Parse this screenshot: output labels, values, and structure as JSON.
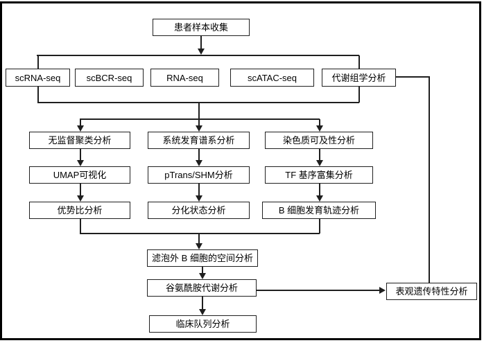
{
  "diagram": {
    "frame_color": "#000000",
    "node_style": {
      "background": "#ffffff",
      "border_color": "#1f1f1f",
      "text_color": "#000000"
    },
    "connector_color": "#1f1f1f",
    "nodes": {
      "patient_sample_collection": {
        "label": "患者样本收集"
      },
      "scrna_seq": {
        "label": "scRNA-seq"
      },
      "scbcr_seq": {
        "label": "scBCR-seq"
      },
      "rna_seq": {
        "label": "RNA-seq"
      },
      "scatac_seq": {
        "label": "scATAC-seq"
      },
      "metabolomics": {
        "label": "代谢组学分析"
      },
      "unsupervised_clustering": {
        "label": "无监督聚类分析"
      },
      "phylogenetic_lineage": {
        "label": "系统发育谱系分析"
      },
      "chromatin_accessibility": {
        "label": "染色质可及性分析"
      },
      "umap_visualization": {
        "label": "UMAP可视化"
      },
      "ptrans_shm": {
        "label": "pTrans/SHM分析"
      },
      "tf_motif_enrichment": {
        "label": "TF 基序富集分析"
      },
      "odds_ratio": {
        "label": "优势比分析"
      },
      "differentiation_state": {
        "label": "分化状态分析"
      },
      "bcell_trajectory": {
        "label": "B 细胞发育轨迹分析"
      },
      "extrafollicular_spatial": {
        "label": "滤泡外 B 细胞的空间分析"
      },
      "glutamine_metabolism": {
        "label": "谷氨酰胺代谢分析"
      },
      "clinical_cohort": {
        "label": "临床队列分析"
      },
      "epigenetic_traits": {
        "label": "表观遗传特性分析"
      }
    },
    "edges": [
      {
        "from": "patient_sample_collection",
        "to": "scrna_seq",
        "arrow": true
      },
      {
        "from": "patient_sample_collection",
        "to": "scbcr_seq",
        "arrow": true
      },
      {
        "from": "patient_sample_collection",
        "to": "rna_seq",
        "arrow": true
      },
      {
        "from": "patient_sample_collection",
        "to": "scatac_seq",
        "arrow": true
      },
      {
        "from": "patient_sample_collection",
        "to": "metabolomics",
        "arrow": true
      },
      {
        "from": "scrna_seq",
        "to": "unsupervised_clustering",
        "arrow": true
      },
      {
        "from": "scrna_seq",
        "to": "phylogenetic_lineage",
        "arrow": true
      },
      {
        "from": "metabolomics",
        "to": "chromatin_accessibility",
        "arrow": true
      },
      {
        "from": "unsupervised_clustering",
        "to": "umap_visualization",
        "arrow": true
      },
      {
        "from": "umap_visualization",
        "to": "odds_ratio",
        "arrow": true
      },
      {
        "from": "phylogenetic_lineage",
        "to": "ptrans_shm",
        "arrow": true
      },
      {
        "from": "ptrans_shm",
        "to": "differentiation_state",
        "arrow": true
      },
      {
        "from": "chromatin_accessibility",
        "to": "tf_motif_enrichment",
        "arrow": true
      },
      {
        "from": "tf_motif_enrichment",
        "to": "bcell_trajectory",
        "arrow": true
      },
      {
        "from": "odds_ratio",
        "to": "extrafollicular_spatial",
        "arrow": true
      },
      {
        "from": "differentiation_state",
        "to": "extrafollicular_spatial",
        "arrow": true
      },
      {
        "from": "bcell_trajectory",
        "to": "extrafollicular_spatial",
        "arrow": true
      },
      {
        "from": "extrafollicular_spatial",
        "to": "glutamine_metabolism",
        "arrow": true
      },
      {
        "from": "glutamine_metabolism",
        "to": "clinical_cohort",
        "arrow": true
      },
      {
        "from": "glutamine_metabolism",
        "to": "epigenetic_traits",
        "arrow": true
      },
      {
        "from": "metabolomics",
        "to": "epigenetic_traits",
        "arrow": false
      }
    ]
  }
}
